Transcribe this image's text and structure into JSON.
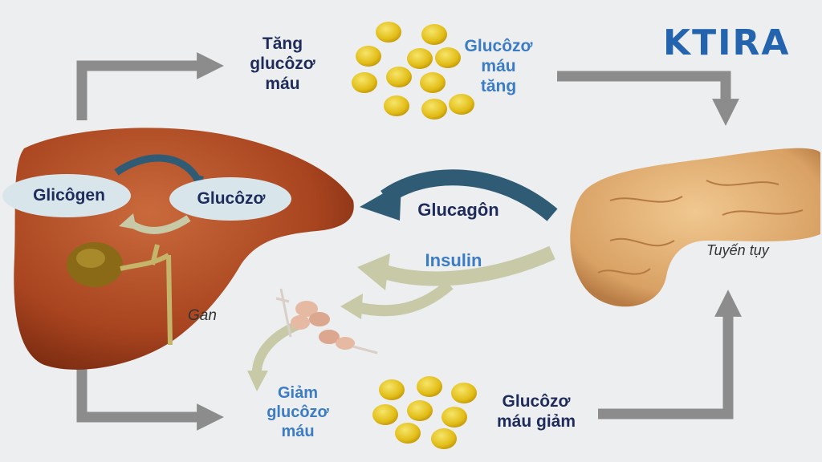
{
  "brand": "KTIRA",
  "labels": {
    "increase_blood_glucose": "Tăng\nglucôzơ\nmáu",
    "glucose_high": "Glucôzơ\nmáu\ntăng",
    "decrease_blood_glucose": "Giảm\nglucôzơ\nmáu",
    "glucose_low": "Glucôzơ\nmáu giảm",
    "glycogen": "Glicôgen",
    "glucose_in_liver": "Glucôzơ",
    "glucagon": "Glucagôn",
    "insulin": "Insulin",
    "liver": "Gan",
    "pancreas": "Tuyến tụy"
  },
  "colors": {
    "background": "#eceeef",
    "brand": "#2464ae",
    "label_dark": "#1f2c5b",
    "label_blue": "#3b7cc4",
    "gray_arrow": "#8c8c8c",
    "glucagon_arrow": "#2f5b75",
    "insulin_arrow": "#c8c9a6",
    "liver": "#b04a24",
    "pancreas": "#e2b27a",
    "glucose_particle": "#e7c21c",
    "bubble": "#d8e6ec"
  }
}
